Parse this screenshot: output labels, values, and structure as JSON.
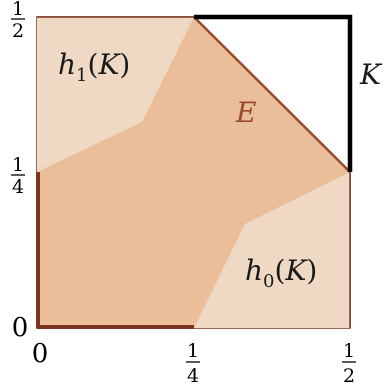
{
  "colors": {
    "region_E": "#ebbe9a",
    "region_h": "#f0d9c4",
    "outline_brown": "#7b3520",
    "edge_brown": "#9a4a2c",
    "frame_black": "#000000"
  },
  "ticks": {
    "x0": "0",
    "y0": "0",
    "quarter_num": "1",
    "quarter_den": "4",
    "half_num": "1",
    "half_den": "2"
  },
  "labels": {
    "K": "K",
    "E": "E",
    "h": "h",
    "h1_sub": "1",
    "h0_sub": "0",
    "arg_open": "(",
    "arg_K": "K",
    "arg_close": ")"
  }
}
